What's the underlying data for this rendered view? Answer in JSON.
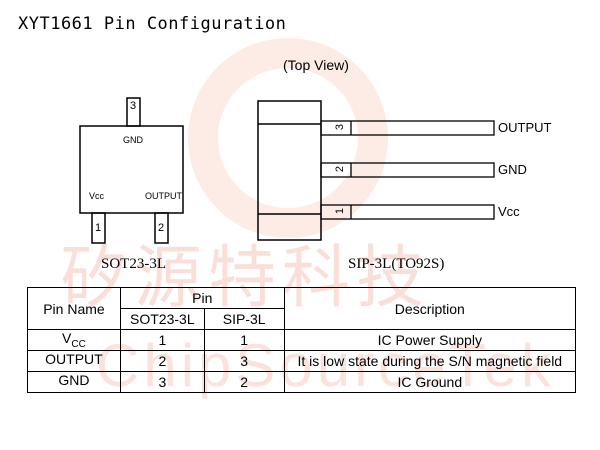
{
  "page_title": "XYT1661 Pin Configuration",
  "watermark": {
    "line1": "矽源特科技",
    "line2": "ChipSourceTek"
  },
  "sot23": {
    "caption": "SOT23-3L",
    "pin_top": "3",
    "pin_left": "1",
    "pin_right": "2",
    "label_gnd": "GND",
    "label_vcc": "Vcc",
    "label_output": "OUTPUT"
  },
  "sip": {
    "view_label": "(Top View)",
    "caption": "SIP-3L(TO92S)",
    "pins": [
      {
        "number": "3",
        "label": "OUTPUT"
      },
      {
        "number": "2",
        "label": "GND"
      },
      {
        "number": "1",
        "label": "Vcc"
      }
    ]
  },
  "table": {
    "header_pin_name": "Pin Name",
    "header_pin": "Pin",
    "header_sot": "SOT23-3L",
    "header_sip": "SIP-3L",
    "header_description": "Description",
    "rows": [
      {
        "name_main": "V",
        "name_sub": "CC",
        "sot": "1",
        "sip": "1",
        "description": "IC Power Supply"
      },
      {
        "name_main": "OUTPUT",
        "name_sub": "",
        "sot": "2",
        "sip": "3",
        "description": "It is low state during the S/N magnetic field"
      },
      {
        "name_main": "GND",
        "name_sub": "",
        "sot": "3",
        "sip": "2",
        "description": "IC Ground"
      }
    ]
  }
}
